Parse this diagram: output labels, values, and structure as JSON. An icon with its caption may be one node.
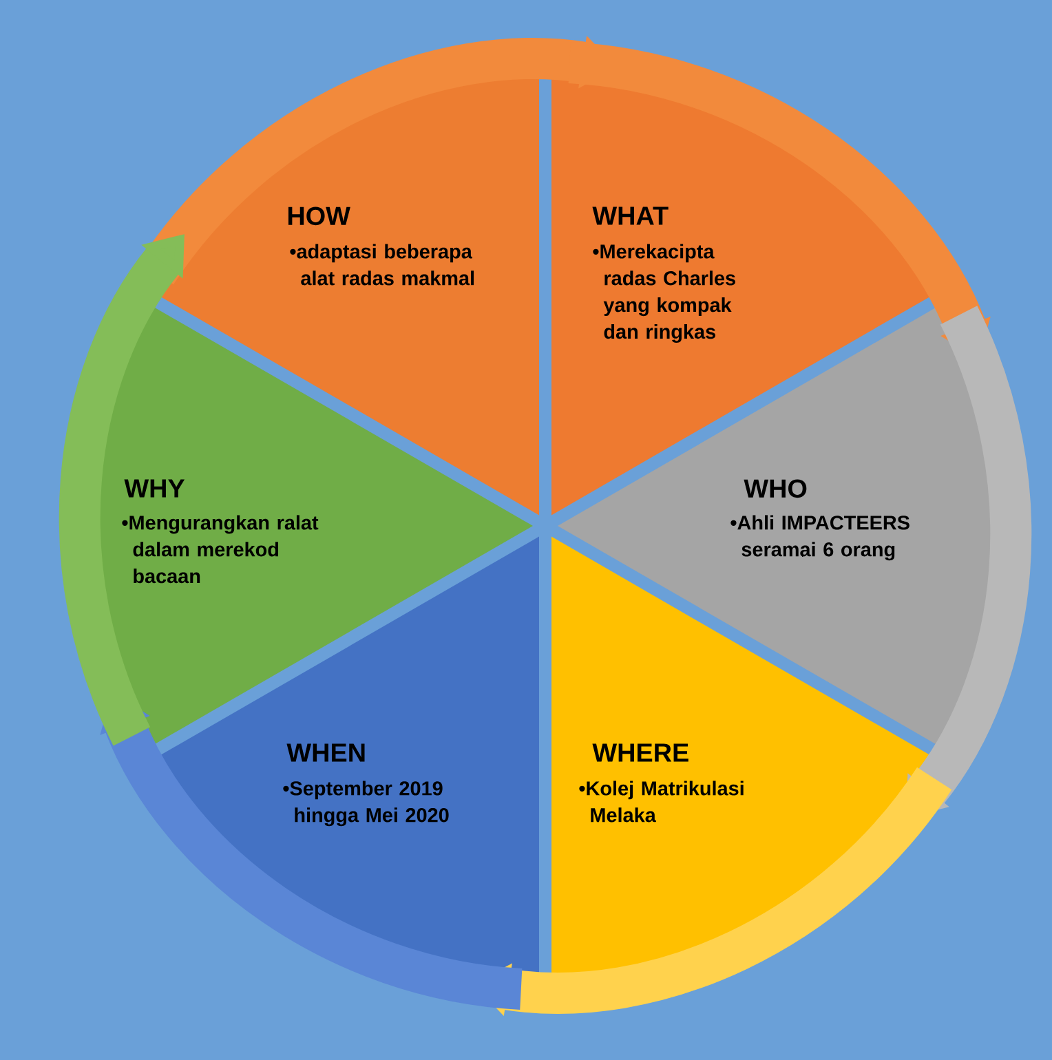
{
  "diagram": {
    "nodes": [
      {
        "text": [
          "HOW",
          "•adaptasi beberapa alat radas makmal"
        ]
      },
      {
        "text": [
          "WHAT",
          "•Merekacipta radas Charles yang kompak dan ringkas"
        ]
      },
      {
        "text": [
          "WHO",
          "•Ahli IMPACTEERS seramai 6 orang"
        ]
      },
      {
        "text": [
          "WHERE",
          "•Kolej Matrikulasi Melaka"
        ]
      },
      {
        "text": [
          "WHEN",
          "•September 2019 hingga Mei 2020"
        ]
      },
      {
        "text": [
          "WHY",
          "•Mengurangkan ralat dalam merekod bacaan"
        ]
      }
    ],
    "edges": [
      {
        "from": 0,
        "to": 1,
        "arrow": "to",
        "color": "#f28a3c"
      },
      {
        "from": 1,
        "to": 2,
        "arrow": "to",
        "color": "#f28a3c"
      },
      {
        "from": 2,
        "to": 3,
        "arrow": "to",
        "color": "#b8b8b8"
      },
      {
        "from": 3,
        "to": 4,
        "arrow": "to",
        "color": "#ffd24d"
      },
      {
        "from": 4,
        "to": 5,
        "arrow": "to",
        "color": "#5a86d6"
      },
      {
        "from": 5,
        "to": 0,
        "arrow": "to",
        "color": "#84bd58"
      }
    ]
  }
}
